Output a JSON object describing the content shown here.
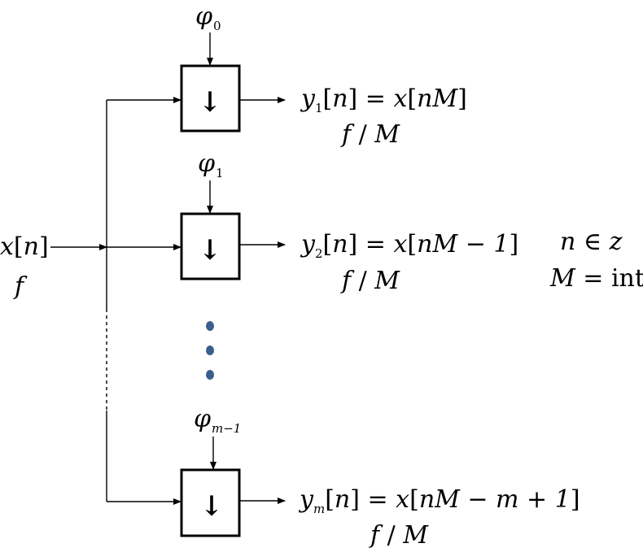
{
  "input": {
    "signal": {
      "sym": "x",
      "open": "[",
      "var": "n",
      "close": "]"
    },
    "rate": "f"
  },
  "branches": [
    {
      "phase": {
        "sym": "φ",
        "sub": "0"
      },
      "out": {
        "sym": "y",
        "sub": "1",
        "lhs_open": "[",
        "lhs_var": "n",
        "lhs_close": "]",
        "eq": " = ",
        "rhs_sym": "x",
        "rhs_open": "[",
        "rhs_expr": "nM",
        "rhs_close": "]"
      },
      "rate": {
        "num": "f",
        "slash": " / ",
        "den": "M"
      }
    },
    {
      "phase": {
        "sym": "φ",
        "sub": "1"
      },
      "out": {
        "sym": "y",
        "sub": "2",
        "lhs_open": "[",
        "lhs_var": "n",
        "lhs_close": "]",
        "eq": " = ",
        "rhs_sym": "x",
        "rhs_open": "[",
        "rhs_expr": "nM − 1",
        "rhs_close": "]"
      },
      "rate": {
        "num": "f",
        "slash": " / ",
        "den": "M"
      }
    },
    {
      "phase": {
        "sym": "φ",
        "sub": "m−1"
      },
      "out": {
        "sym": "y",
        "sub": "m",
        "lhs_open": "[",
        "lhs_var": "n",
        "lhs_close": "]",
        "eq": " = ",
        "rhs_sym": "x",
        "rhs_open": "[",
        "rhs_expr": "nM − m + 1",
        "rhs_close": "]"
      },
      "rate": {
        "num": "f",
        "slash": " / ",
        "den": "M"
      }
    }
  ],
  "notes": {
    "domain": {
      "var": "n",
      "op": " ∈ ",
      "set": "z"
    },
    "integer": {
      "var": "M",
      "op": " = ",
      "val": "int."
    }
  },
  "downsample_glyph": "↓",
  "colors": {
    "ellipsis_dot": "#3b5f8c",
    "line": "#000000"
  }
}
